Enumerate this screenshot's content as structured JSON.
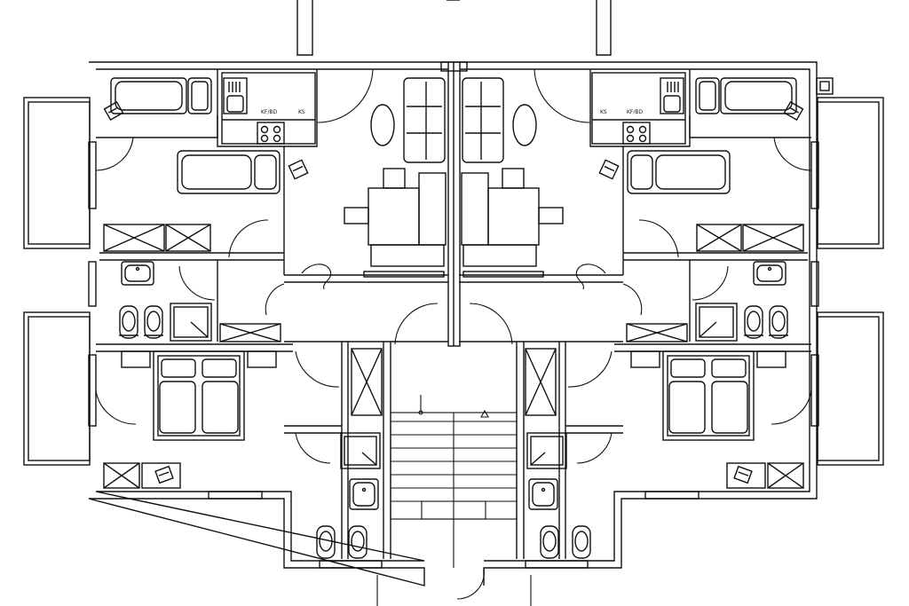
{
  "labels": {
    "fridge_left": "KF/BD",
    "oven_left": "KS",
    "fridge_right": "KF/BD",
    "oven_right": "KS"
  }
}
